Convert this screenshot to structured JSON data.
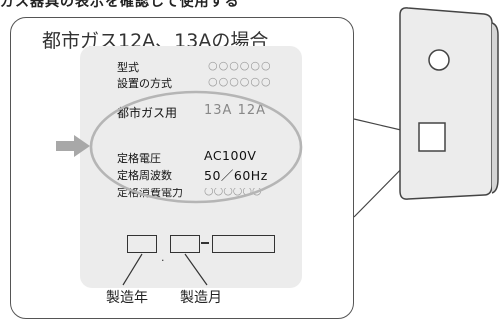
{
  "header": {
    "cut_text": "ガス器具の表示を確認して使用する"
  },
  "callout": {
    "title": "都市ガス12A、13Aの場合"
  },
  "plate": {
    "model_label": "型式",
    "model_value": "○○○○○○",
    "install_label": "設置の方式",
    "install_value": "○○○○○○",
    "gas_label": "都市ガス用",
    "gas_value": "13A  12A",
    "voltage_label": "定格電圧",
    "voltage_value": "AC100V",
    "freq_label": "定格周波数",
    "freq_value": "50／60Hz",
    "cut_row_label": "定格消費電力",
    "cut_row_value": "○○○○○○"
  },
  "captions": {
    "year": "製造年",
    "month": "製造月"
  },
  "colors": {
    "plate": "#ececec",
    "highlight_ellipse": "#b5b5b5",
    "arrow": "#a8a8a8",
    "outline": "#444444"
  }
}
